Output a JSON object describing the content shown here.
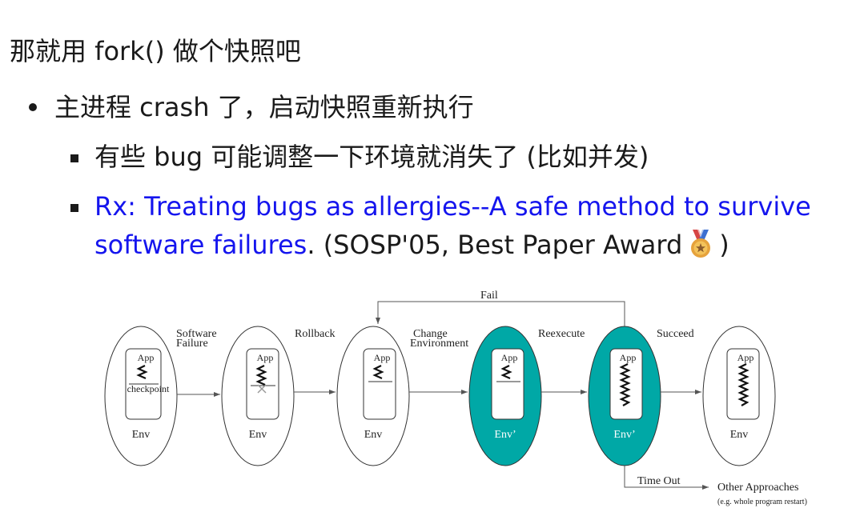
{
  "title": "那就用 fork() 做个快照吧",
  "bullets": {
    "main": "主进程 crash 了，启动快照重新执行",
    "sub1": "有些 bug 可能调整一下环境就消失了 (比如并发)",
    "sub2": {
      "link_line1": "Rx: Treating bugs as allergies--A safe method to survive",
      "link_line2": "software failures",
      "suffix_before_icon": ". (SOSP'05, Best Paper Award",
      "suffix_after_icon": ")",
      "icon": "medal-icon"
    }
  },
  "diagram": {
    "app_label": "App",
    "env_label": "Env",
    "env_prime_label": "Env’",
    "checkpoint_label": "checkpoint",
    "edge_labels": {
      "software_failure_line1": "Software",
      "software_failure_line2": "Failure",
      "rollback": "Rollback",
      "change_env_line1": "Change",
      "change_env_line2": "Environment",
      "reexecute": "Reexecute",
      "succeed": "Succeed",
      "fail": "Fail",
      "time_out": "Time Out"
    },
    "other_approaches": "Other Approaches",
    "other_approaches_note": "(e.g. whole program restart)",
    "colors": {
      "teal": "#00a8a6",
      "outline": "#333333"
    }
  }
}
